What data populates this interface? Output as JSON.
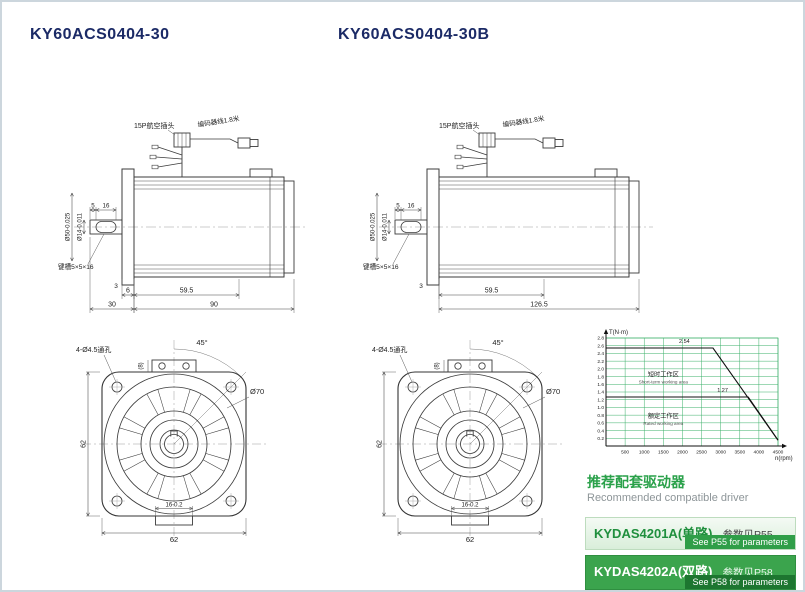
{
  "titles": {
    "left": "KY60ACS0404-30",
    "right": "KY60ACS0404-30B"
  },
  "side_view": {
    "connector_label": "15P航空插头",
    "cable_label": "编码器线1.8米",
    "key_offset": "5",
    "key_length": "16",
    "flange_dia": "Ø50-0.025",
    "shaft_dia": "Ø14-0.011",
    "keyway_note": "键槽5×5×16",
    "step": "3",
    "flange_thickness": "6",
    "body_front": "59.5",
    "shaft_section": "30",
    "total_a": "90",
    "total_b": "126.5"
  },
  "front_view": {
    "holes_note": "4-Ø4.5通孔",
    "angle": "45°",
    "dia_label": "Ø70",
    "dim_height": "62",
    "dim_width": "62",
    "tab_width": "16-0.2",
    "tab_height": "(8)"
  },
  "chart_data": {
    "type": "line",
    "xlabel": "n(rpm)",
    "ylabel": "T(N·m)",
    "xlim": [
      0,
      4500
    ],
    "ylim": [
      0,
      2.8
    ],
    "xticks": [
      500,
      1000,
      1500,
      2000,
      2500,
      3000,
      3500,
      4000,
      4500
    ],
    "yticks": [
      0.2,
      0.4,
      0.6,
      0.8,
      1.0,
      1.2,
      1.4,
      1.6,
      1.8,
      2.0,
      2.2,
      2.4,
      2.6,
      2.8
    ],
    "grid_color": "#3cb06a",
    "series": [
      {
        "name": "peak-torque",
        "points": [
          [
            0,
            2.54
          ],
          [
            2800,
            2.54
          ],
          [
            4500,
            0.15
          ]
        ],
        "label": "2.54",
        "label_at": [
          2050,
          2.67
        ]
      },
      {
        "name": "rated-torque",
        "points": [
          [
            0,
            1.27
          ],
          [
            3720,
            1.27
          ],
          [
            4500,
            0.15
          ]
        ],
        "label": "1.27",
        "label_at": [
          3050,
          1.4
        ]
      }
    ],
    "regions": [
      {
        "cn": "短时工作区",
        "en": "Short-term working area",
        "at": [
          1500,
          1.8
        ]
      },
      {
        "cn": "额定工作区",
        "en": "Rated working area",
        "at": [
          1500,
          0.72
        ]
      }
    ]
  },
  "driver": {
    "title_cn": "推荐配套驱动器",
    "title_en": "Recommended compatible driver",
    "rows": [
      {
        "model": "KYDAS4201A(单路)",
        "param": "参数见P55",
        "note": "See P55 for parameters"
      },
      {
        "model": "KYDAS4202A(双路)",
        "param": "参数见P58",
        "note": "See P58 for parameters"
      }
    ]
  }
}
